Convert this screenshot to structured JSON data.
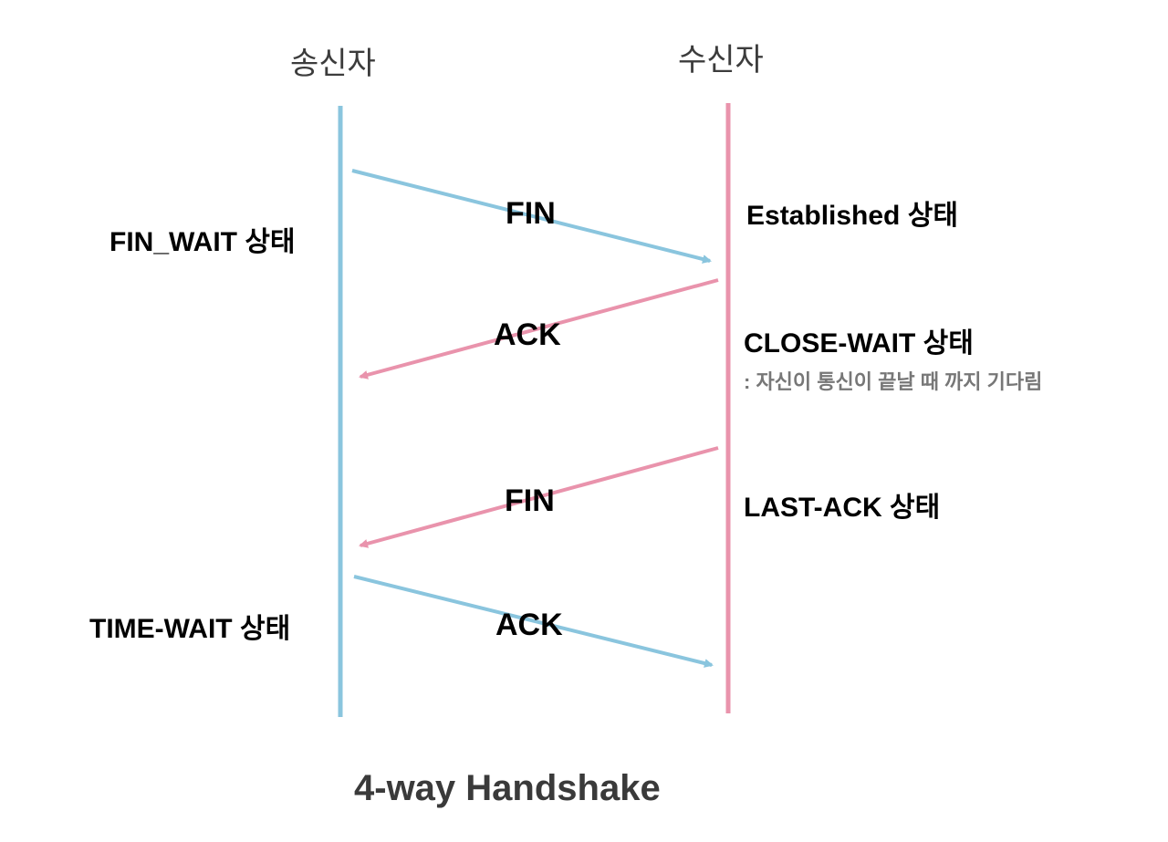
{
  "actors": {
    "sender": "송신자",
    "receiver": "수신자"
  },
  "messages": [
    {
      "label": "FIN",
      "from": "sender",
      "to": "receiver"
    },
    {
      "label": "ACK",
      "from": "receiver",
      "to": "sender"
    },
    {
      "label": "FIN",
      "from": "receiver",
      "to": "sender"
    },
    {
      "label": "ACK",
      "from": "sender",
      "to": "receiver"
    }
  ],
  "sender_states": {
    "fin_wait": "FIN_WAIT 상태",
    "time_wait": "TIME-WAIT 상태"
  },
  "receiver_states": {
    "established": "Established  상태",
    "close_wait": "CLOSE-WAIT 상태",
    "close_wait_note": ": 자신이 통신이 끝날 때 까지 기다림",
    "last_ack": "LAST-ACK  상태"
  },
  "title": "4-way Handshake",
  "colors": {
    "sender": "#8ac5de",
    "receiver": "#e993ac"
  }
}
